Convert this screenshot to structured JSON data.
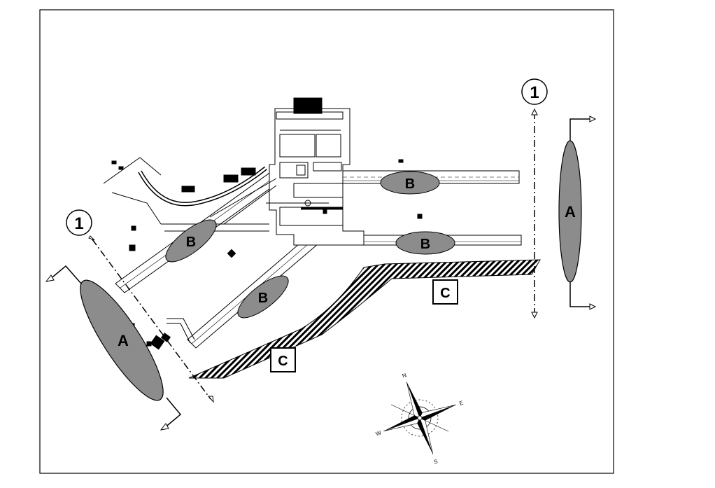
{
  "labels": {
    "zone_a": "A",
    "zone_b": "B",
    "zone_c": "C",
    "section_marker": "1"
  },
  "compass": {
    "n": "N",
    "s": "S",
    "e": "E",
    "w": "W"
  },
  "colors": {
    "zone_fill": "#8c8c8c",
    "line": "#000000",
    "background": "#ffffff"
  }
}
